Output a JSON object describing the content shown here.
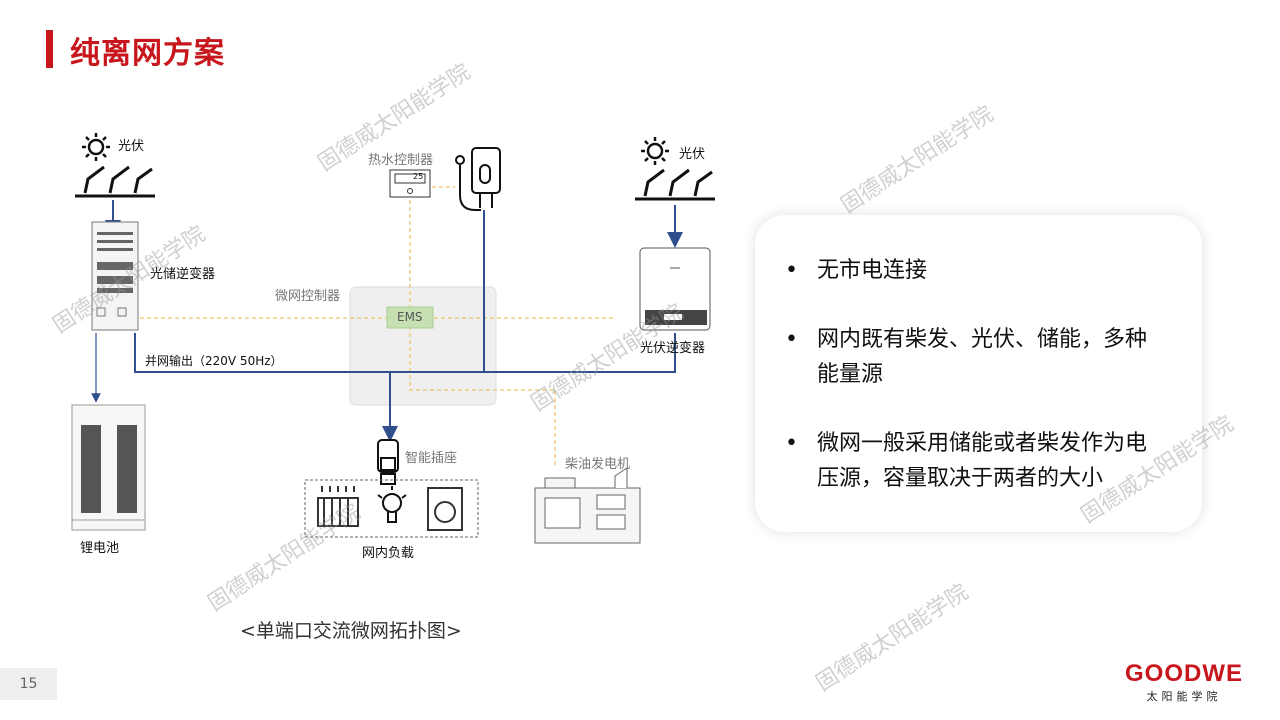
{
  "title": "纯离网方案",
  "page_number": "15",
  "diagram": {
    "pv_left": "光伏",
    "pv_right": "光伏",
    "hybrid_inverter": "光储逆变器",
    "battery": "锂电池",
    "grid_output": "并网输出（220V 50Hz）",
    "microgrid_controller": "微网控制器",
    "ems": "EMS",
    "water_controller": "热水控制器",
    "thermostat_value": "25",
    "pv_inverter": "光伏逆变器",
    "smart_socket": "智能插座",
    "local_load": "网内负载",
    "diesel_generator": "柴油发电机",
    "caption": "<单端口交流微网拓扑图>"
  },
  "bullets": [
    {
      "text": "无市电连接"
    },
    {
      "text": "网内既有柴发、光伏、储能，多种能量源"
    },
    {
      "text": "微网一般采用储能或者柴发作为电压源，容量取决于两者的大小"
    }
  ],
  "bullet_symbol": "•",
  "watermark": "固德威太阳能学院",
  "logo": {
    "brand": "GOODWE",
    "sub": "太阳能学院"
  },
  "colors": {
    "accent": "#c8161d",
    "line": "#2f4f8f",
    "dashed": "#f2c46a",
    "ems": "#c6e0b4"
  }
}
